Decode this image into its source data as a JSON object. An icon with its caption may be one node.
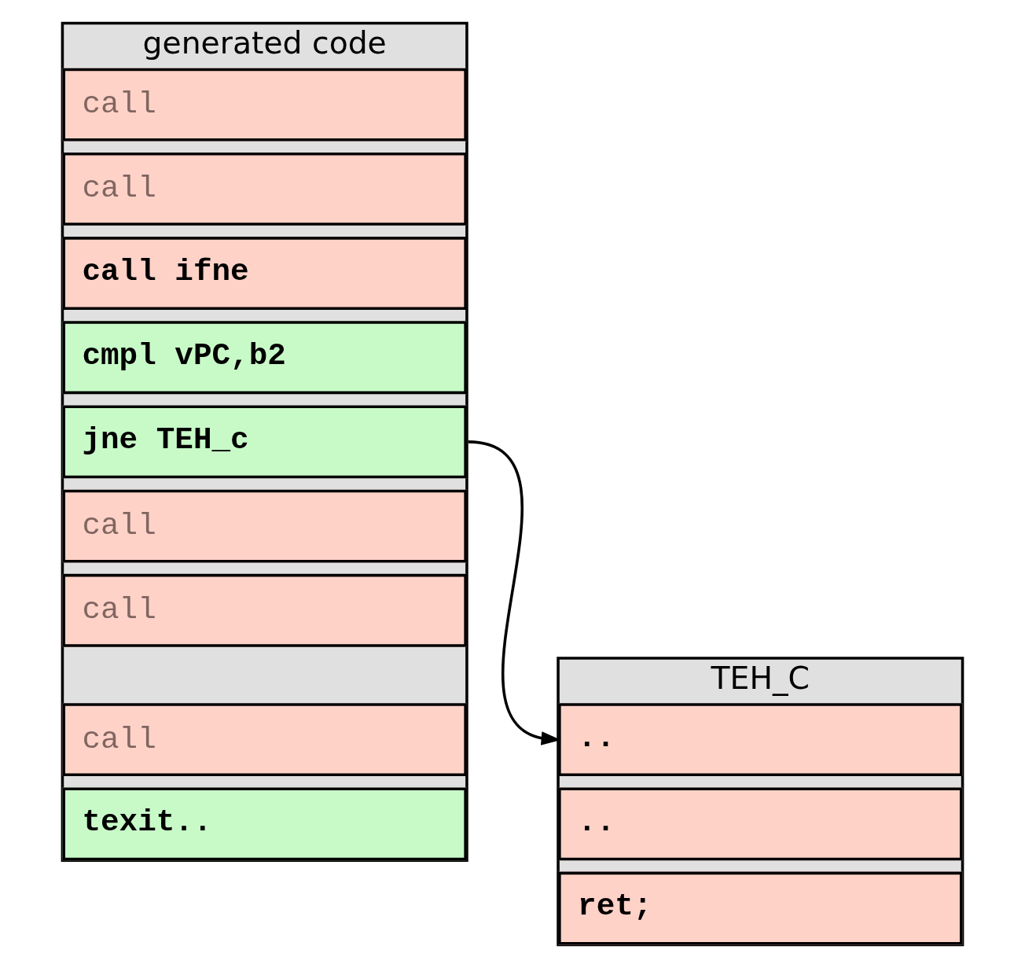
{
  "diagram": {
    "nodes": [
      {
        "text": [
          "generated code"
        ]
      },
      {
        "text": [
          "call"
        ],
        "in": 0
      },
      {
        "text": [
          "call"
        ],
        "in": 0
      },
      {
        "text": [
          "call ifne"
        ],
        "in": 0
      },
      {
        "text": [
          "cmpl vPC,b2"
        ],
        "in": 0
      },
      {
        "text": [
          "jne TEH_c"
        ],
        "in": 0
      },
      {
        "text": [
          "call"
        ],
        "in": 0
      },
      {
        "text": [
          "call"
        ],
        "in": 0
      },
      {
        "text": [
          "call"
        ],
        "in": 0
      },
      {
        "text": [
          "texit.."
        ],
        "in": 0
      },
      {
        "text": [
          "TEH_C"
        ]
      },
      {
        "text": [
          ".."
        ],
        "in": 10
      },
      {
        "text": [
          ".."
        ],
        "in": 10
      },
      {
        "text": [
          "ret;"
        ],
        "in": 10
      }
    ],
    "edges": [
      {
        "from": 5,
        "to": 11,
        "arrow": "to"
      }
    ]
  }
}
